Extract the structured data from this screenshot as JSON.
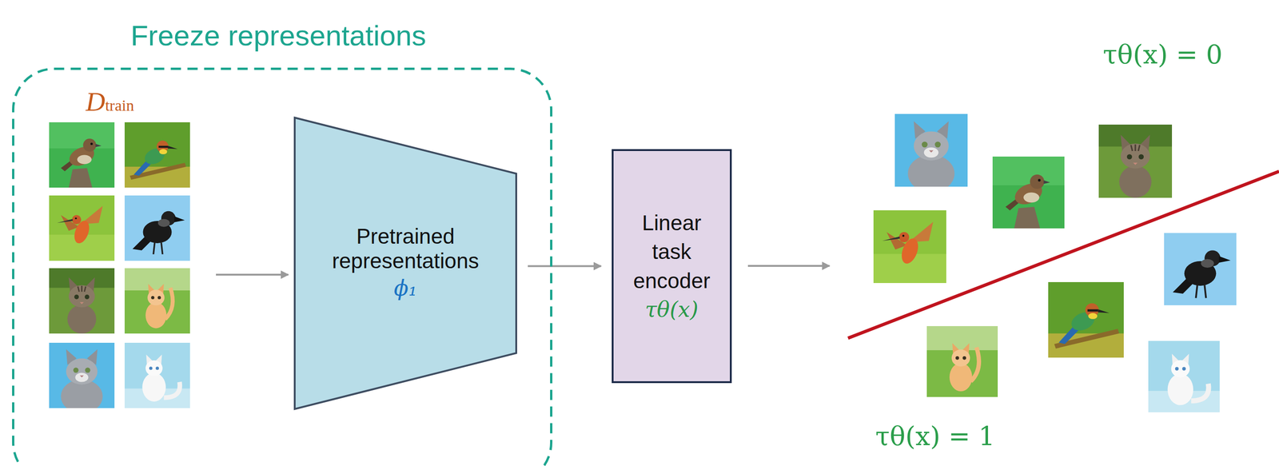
{
  "diagram": {
    "nodes": [
      {
        "text": [
          "Freeze representations"
        ]
      },
      {
        "text": [
          "Pretrained representations",
          "ϕ₁"
        ],
        "in": 0
      },
      {
        "text": [
          "Linear task encoder",
          "τθ(x)"
        ]
      }
    ],
    "edges": [
      {
        "from": 1,
        "to": 2,
        "arrow": "to"
      }
    ],
    "labels": [
      "Dtrain",
      "τθ(x) = 0",
      "τθ(x) = 1"
    ]
  }
}
